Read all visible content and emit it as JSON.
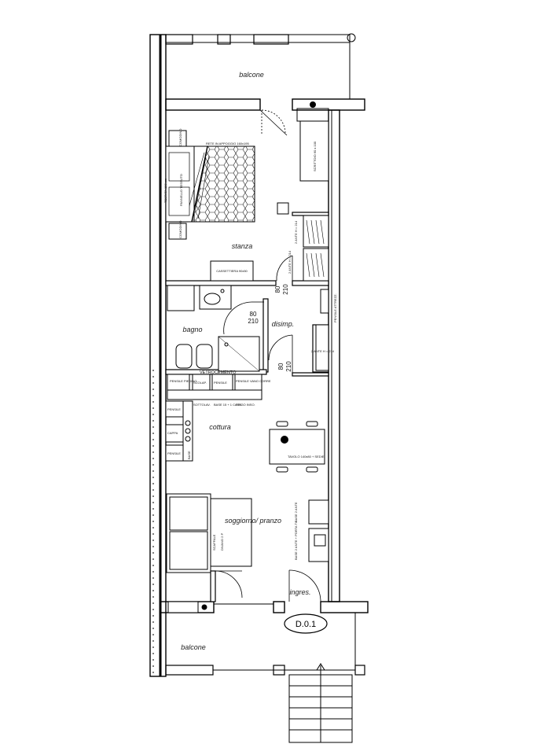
{
  "rooms": {
    "balcone_top": "balcone",
    "stanza": "stanza",
    "bagno": "bagno",
    "disimpegno": "disimp.",
    "cottura": "cottura",
    "soggiorno": "soggiorno/ pranzo",
    "ingresso": "ingres.",
    "balcone_bottom": "balcone"
  },
  "unit_code": "D.0.1",
  "doors": [
    {
      "id": "door-stanza",
      "width": "80",
      "height": "210"
    },
    {
      "id": "door-bagno",
      "width": "80",
      "height": "210"
    },
    {
      "id": "door-cottura",
      "width": "80",
      "height": "210"
    }
  ],
  "furniture": {
    "bed": "RETE IN APPOGGIO 160x195",
    "bed_side_label": "TESTATA 180 cm",
    "bed_side_sub": "PANNELLO TESSUTO",
    "nightstand_top": "COMODINO",
    "nightstand_bottom": "COMODINO",
    "dresser": "CASSETTIERA 90x50",
    "desk": "SCRITTOIO 60 x 100",
    "wardrobe_1": "2 ANTE H = 214",
    "wardrobe_2": "2 ANTE H = 214",
    "wardrobe_3": "2 ANTE H = 214",
    "partition": "VETROCEMENTO",
    "k_pensile_1": "PENSILE PIEDINO",
    "k_scolap": "SCOLAP.",
    "k_pensile_2": "PENSILE",
    "k_pensile_3": "PENSILE VANO CORRE",
    "k_sottolav": "SOTTOLAV.",
    "k_base_cass": "BASE 15 + 1 CASS.",
    "k_frigo": "FRIGO INSO.",
    "k_pensile_left": "PENSILE",
    "k_cappa": "CAPPA",
    "k_pensile_left2": "PENSILE",
    "k_base": "BASE",
    "table": "TAVOLO 140x80 + SEDIE",
    "sofa_label": "DIVANO 2 P",
    "base_ante": "BASE 2 ANTE",
    "base_ante_2": "BASE 2 ANTE + PORTA TV",
    "scaffale": "SCAFFALE",
    "shelf_left": "PENSILE ATTREZZ."
  }
}
